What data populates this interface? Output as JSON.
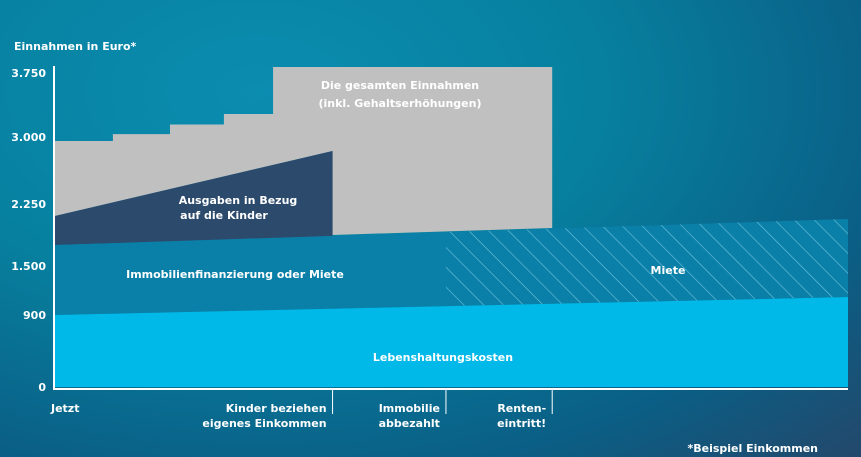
{
  "chart_data": {
    "type": "area",
    "ylabel": "Einnahmen in Euro*",
    "yticks": [
      0,
      900,
      1500,
      2250,
      3000,
      3750
    ],
    "ytick_labels": [
      "0",
      "900",
      "1.500",
      "2.250",
      "3.000",
      "3.750"
    ],
    "milestones": [
      {
        "t": 0,
        "label": [
          "Jetzt"
        ],
        "highlight": false
      },
      {
        "t": 3.5,
        "label": [
          "Kinder beziehen",
          "eigenes Einkommen"
        ],
        "highlight": false
      },
      {
        "t": 4.93,
        "label": [
          "Immobilie",
          "abbezahlt"
        ],
        "highlight": false
      },
      {
        "t": 6.27,
        "label": [
          "Renten-",
          "eintritt!"
        ],
        "highlight": true
      }
    ],
    "series": [
      {
        "name": "Lebenshaltungskosten",
        "color": "#00b9e8",
        "top": [
          [
            0,
            900
          ],
          [
            10,
            1120
          ]
        ]
      },
      {
        "name": "Immobilienfinanzierung oder Miete",
        "color": "#0a80a8",
        "top": [
          [
            0,
            1754
          ],
          [
            10,
            2069
          ]
        ],
        "hatched_from": 4.93,
        "hatched_name": "Miete"
      },
      {
        "name": "Ausgaben in Bezug auf die Kinder",
        "label": [
          "Ausgaben in Bezug",
          "auf die Kinder"
        ],
        "color": "#2c4a6c",
        "top": [
          [
            0,
            2105
          ],
          [
            3.5,
            2843
          ]
        ]
      },
      {
        "name": "Die gesamten Einnahmen (inkl. Gehaltserhöhungen)",
        "label": [
          "Die gesamten Einnahmen",
          "(inkl. Gehaltserhöhungen)"
        ],
        "color": "#c0c0c0",
        "steps": [
          [
            0,
            0.73,
            2955
          ],
          [
            0.73,
            1.45,
            3034
          ],
          [
            1.45,
            2.13,
            3146
          ],
          [
            2.13,
            2.75,
            3269
          ],
          [
            2.75,
            6.27,
            3820
          ]
        ],
        "bottom_after_kids": [
          [
            3.5,
            1875
          ],
          [
            6.27,
            1960
          ]
        ]
      }
    ],
    "highlight_color": "#f0e02a",
    "footnote": "*Beispiel Einkommen"
  }
}
